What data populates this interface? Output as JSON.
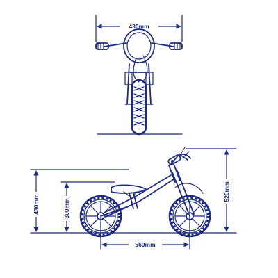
{
  "figure": {
    "ink_color": "#1d2b84",
    "background": "#ffffff"
  },
  "front_view": {
    "handlebar_width": "430mm"
  },
  "side_view": {
    "wheelbase": "560mm",
    "seat_height": "300mm",
    "saddle_to_ground_max": "430mm",
    "handlebar_height": "520mm"
  }
}
